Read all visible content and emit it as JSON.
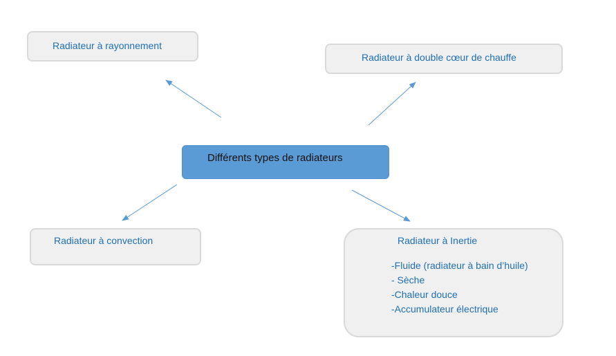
{
  "center": {
    "title": "Différents types de radiateurs"
  },
  "nodes": {
    "rayonnement": "Radiateur à rayonnement",
    "double_coeur": "Radiateur à double cœur de chauffe",
    "convection": "Radiateur à convection",
    "inertie": {
      "title": "Radiateur à Inertie",
      "items": [
        "-Fluide (radiateur à bain d’huile)",
        "- Sèche",
        "-Chaleur douce",
        "-Accumulateur électrique"
      ]
    }
  },
  "colors": {
    "center_fill": "#5b9bd5",
    "node_fill": "#f0f0f0",
    "node_text": "#1f6fb5",
    "arrow": "#5b9bd5"
  }
}
